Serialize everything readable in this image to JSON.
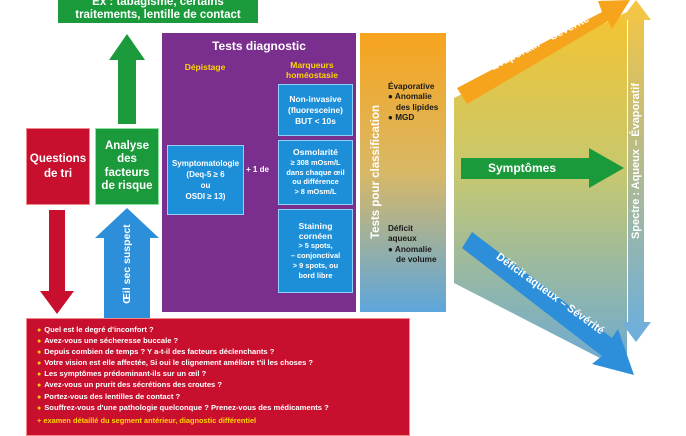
{
  "top_box": {
    "line1": "Ex : tabagisme, certains",
    "line2": "traitements, lentille de contact"
  },
  "questions_tri": {
    "line1": "Questions",
    "line2": "de tri"
  },
  "analyse": {
    "line1": "Analyse",
    "line2": "des",
    "line3": "facteurs",
    "line4": "de risque"
  },
  "oeil_sec_suspect": "Œil sec suspect",
  "tests_diag": {
    "title": "Tests diagnostic",
    "col1_header": "Dépistage",
    "col2_header_line1": "Marqueurs",
    "col2_header_line2": "homéostasie",
    "symptomatologie": {
      "line1": "Symptomatologie",
      "line2": "(Deq-5 ≥ 6",
      "line3": "ou",
      "line4": "OSDI ≥ 13)"
    },
    "plus_one": "+ 1 de",
    "non_invasive": {
      "line1": "Non-invasive",
      "line2": "(fluoresceine)",
      "line3": "BUT < 10s"
    },
    "osmolarite": {
      "line1": "Osmolarité",
      "line2": "≥ 308 mOsm/L",
      "line3": "dans chaque œil",
      "line4": "ou différence",
      "line5": "> 8 mOsm/L"
    },
    "staining": {
      "line1": "Staining",
      "line2": "cornéen",
      "line3": "> 5 spots,",
      "line4": "– conjonctival",
      "line5": "> 9  spots, ou",
      "line6": "bord libre"
    }
  },
  "tests_classification": "Tests pour classification",
  "evaporative": {
    "title": "Évaporative",
    "item1": "Anomalie",
    "item1b": "des lipides",
    "item2": "MGD"
  },
  "deficit": {
    "title": "Déficit",
    "title2": "aqueux",
    "item1": "Anomalie",
    "item1b": "de volume"
  },
  "symptomes": "Symptômes",
  "evaporatif_severite": "Évaporatif – Sévérité",
  "deficit_severite": "Déficit aqueux – Sévérité",
  "spectre": "Spectre : Aqueux – Évaporatif",
  "questions": [
    "Quel est le degré d'inconfort ?",
    "Avez-vous une sécheresse buccale ?",
    "Depuis combien de temps ?  Y a-t-il des facteurs déclenchants ?",
    "Votre vision est elle affectée, Si oui le clignement améliore t'il les choses ?",
    "Les symptômes prédominant-ils sur un œil ?",
    "Avez-vous un prurit des sécrétions des croutes ?",
    "Portez-vous des lentilles de contact ?",
    "Souffrez-vous d'une pathologie quelconque ? Prenez-vous des médicaments ?"
  ],
  "footer_note": "+ examen détaillé du segment antérieur, diagnostic différentiel",
  "colors": {
    "red": "#c8102e",
    "green": "#1a9a3a",
    "purple": "#7a2e8e",
    "blue": "#1d8fd8",
    "orange": "#f7a41d",
    "yellow": "#ffd400"
  }
}
